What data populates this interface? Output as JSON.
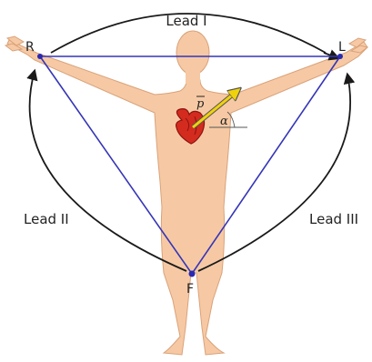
{
  "diagram": {
    "leads": [
      {
        "id": "I",
        "label": "Lead I"
      },
      {
        "id": "II",
        "label": "Lead II"
      },
      {
        "id": "III",
        "label": "Lead III"
      }
    ],
    "nodes": [
      {
        "id": "R",
        "label": "R"
      },
      {
        "id": "L",
        "label": "L"
      },
      {
        "id": "F",
        "label": "F"
      }
    ],
    "vector": {
      "label": "p",
      "angle_label": "α"
    },
    "colors": {
      "skin": "#f6c9a4",
      "skin_stroke": "#d9a27a",
      "triangle": "#3535b8",
      "arc": "#1a1a1a",
      "heart": "#d42b1f",
      "vector": "#f0d20c",
      "node": "#2a2ab0"
    }
  }
}
